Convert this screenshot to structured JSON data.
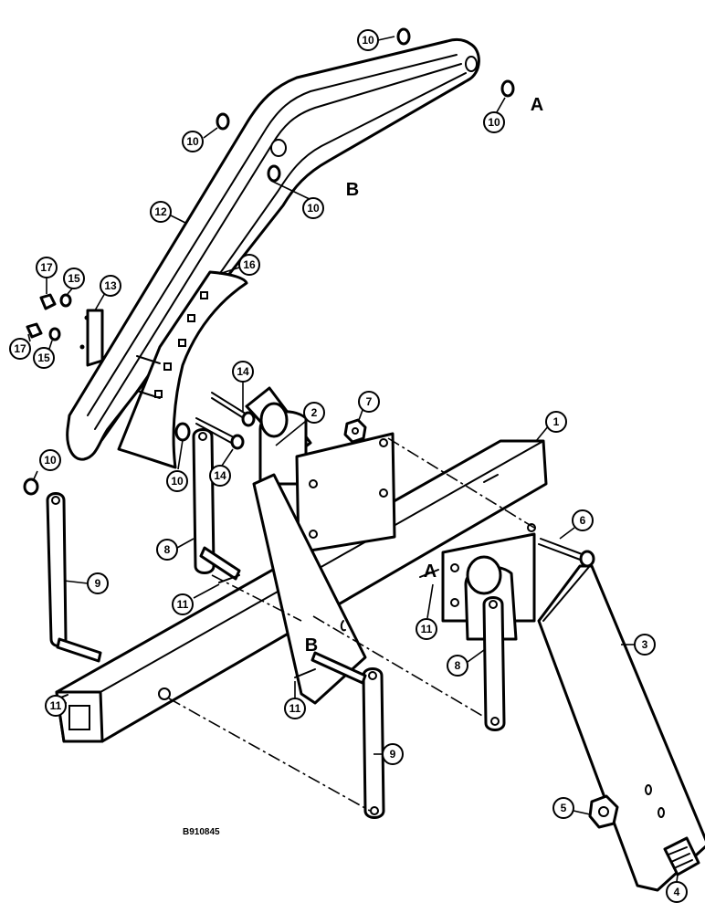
{
  "drawing_code": "B910845",
  "callouts": {
    "c10_top": "10",
    "c10_a": "10",
    "c10_mid": "10",
    "c10_b": "10",
    "c12": "12",
    "c16": "16",
    "c17_a": "17",
    "c15_a": "15",
    "c13": "13",
    "c17_b": "17",
    "c15_b": "15",
    "c14_a": "14",
    "c7": "7",
    "c2": "2",
    "c1": "1",
    "c10_left": "10",
    "c10_lower": "10",
    "c14_b": "14",
    "c8_left": "8",
    "c6": "6",
    "c9_left": "9",
    "c11_a": "11",
    "c11_b": "11",
    "c3": "3",
    "c8_right": "8",
    "c11_c": "11",
    "c11_d": "11",
    "c9_bottom": "9",
    "c5": "5",
    "c4": "4"
  },
  "ref_letters": {
    "a_top": "A",
    "b_top": "B",
    "a_lower": "A",
    "b_lower": "B"
  }
}
